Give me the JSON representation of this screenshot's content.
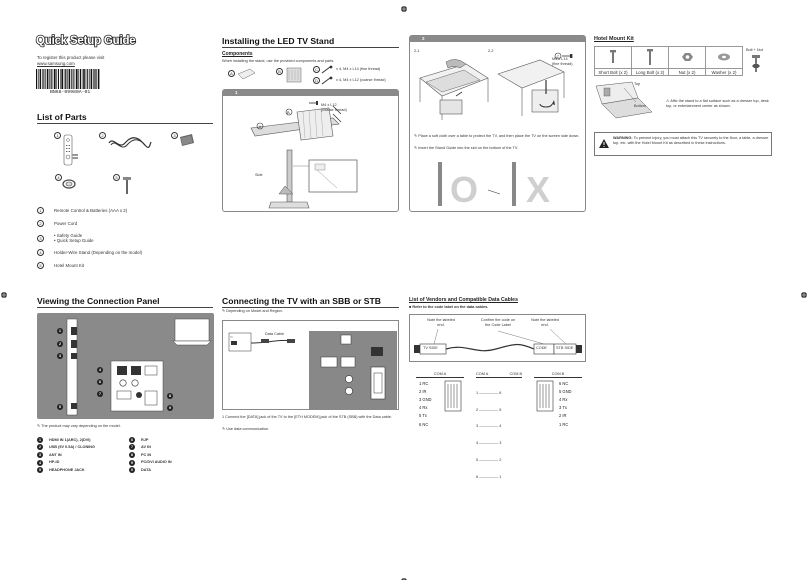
{
  "quick_setup": {
    "title": "Quick Setup Guide",
    "register_text": "To register this product please visit",
    "register_url": "www.samsung.com",
    "barcode_text": "BN68-09980A-01"
  },
  "list_of_parts": {
    "heading": "List of Parts",
    "items": [
      {
        "num": "1",
        "label": "Remote Control & Batteries (AAA x 2)"
      },
      {
        "num": "2",
        "label": "Power Cord"
      },
      {
        "num": "3",
        "label_line1": "• Safety Guide",
        "label_line2": "• Quick Setup Guide"
      },
      {
        "num": "4",
        "label": "Holder-Wire Stand (Depending on the model)"
      },
      {
        "num": "5",
        "label": "Hotel Mount Kit"
      }
    ]
  },
  "installing": {
    "heading": "Installing the LED TV Stand",
    "components_label": "Components",
    "components_text": "When installing the stand, use the provided components and parts.",
    "screw_a": "x 4, M4 x L14 (fine thread)",
    "screw_b": "x 4, M4 x L12 (coarse thread)",
    "step1_num": "1",
    "step1_screw": "M4 x L12\n(coarse thread)",
    "side_label": "Side",
    "part_labels": {
      "a": "A",
      "b": "B",
      "c": "C",
      "d": "D"
    }
  },
  "step2": {
    "num": "2",
    "sub1": "2-1",
    "sub2": "2-2",
    "screw_label": "M4 x L14\n(fine thread)",
    "note1": "Place a soft cloth over a table to protect the TV, and then place the TV on the screen side down.",
    "note2": "Insert the Stand Guide into the slot on the bottom of the TV."
  },
  "hotel_mount": {
    "heading": "Hotel Mount Kit",
    "bolt_nut_label": "Bolt + Nut",
    "columns": [
      "Short Bolt (x 2)",
      "Long Bolt (x 2)",
      "Nut (x 2)",
      "Washer (x 2)"
    ],
    "top_label": "Top",
    "bottom_label": "Bottom",
    "affix_text": "Affix the stand to a flat surface such as a dresser top, desk top, or entertainment center as shown.",
    "warning_label": "WARNING:",
    "warning_text": "To prevent injury, you must attach this TV securely to the floor, a table, a dresser top, etc. with the Hotel Mount Kit as described in these instructions."
  },
  "viewing_panel": {
    "heading": "Viewing the Connection Panel",
    "note": "The product may vary depending on the model.",
    "ports_left": [
      {
        "num": "1",
        "label": "HDMI IN 1(ARC), 2(DVI)"
      },
      {
        "num": "2",
        "label": "USB (5V 0.5A) / CLONING"
      },
      {
        "num": "3",
        "label": "ANT IN"
      },
      {
        "num": "4",
        "label": "HP-ID"
      },
      {
        "num": "5",
        "label": "HEADPHONE JACK"
      }
    ],
    "ports_right": [
      {
        "num": "6",
        "label": "RJP"
      },
      {
        "num": "7",
        "label": "AV IN"
      },
      {
        "num": "8",
        "label": "PC IN"
      },
      {
        "num": "9",
        "label": "PC/DVI AUDIO IN"
      },
      {
        "num": "0",
        "label": "DATA"
      }
    ]
  },
  "sbb": {
    "heading": "Connecting the TV with an SBB or STB",
    "note": "Depending on Model and Region.",
    "data_cable": "Data Cable",
    "instruction1": "Connect the [DATA] jack of the TV to the [ETH MODEM] jack of the STB (SBB) with the Data cable.",
    "instruction2": "Use data communication."
  },
  "vendors": {
    "heading": "List of Vendors and Compatible Data Cables",
    "bullet": "Refer to the code label on the data cables.",
    "note_left": "Note the labeled end.",
    "note_mid": "Confirm the code on the Code Label",
    "note_right": "Note the labeled end.",
    "tv_side": "TV SIDE",
    "code": "CODE",
    "stb_side": "STB SIDE",
    "cable_a": {
      "head": "COM A",
      "pins": [
        "1  RC",
        "2  IR",
        "3  GND",
        "4  Rx",
        "5  Tx",
        "6  NC"
      ]
    },
    "cable_b": {
      "head_l": "COM A",
      "head_r": "COM B",
      "rows": [
        "1 ————— 6",
        "2 ————— 5",
        "3 ————— 4",
        "4 ————— 3",
        "5 ————— 2",
        "6 ————— 1"
      ]
    },
    "cable_c": {
      "head": "COM B",
      "pins": [
        "6  NC",
        "5  GND",
        "4  Rx",
        "3  Tx",
        "2  IR",
        "1  RC"
      ]
    }
  }
}
